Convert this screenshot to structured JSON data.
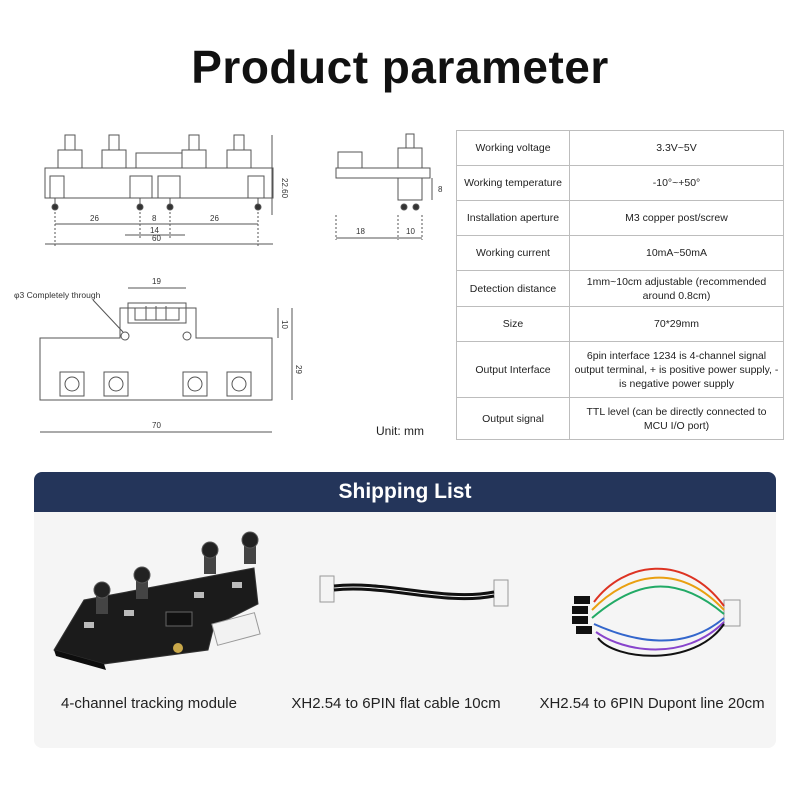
{
  "title": "Product parameter",
  "drawings": {
    "front": {
      "dim_height": "22.60",
      "dim_a": "26",
      "dim_b": "8",
      "dim_c": "26",
      "dim_d": "14",
      "dim_total": "60"
    },
    "side": {
      "dim_a": "18",
      "dim_b": "10",
      "dim_h": "8"
    },
    "top": {
      "hole_label": "φ3 Completely through",
      "dim_conn": "19",
      "dim_h1": "10",
      "dim_h2": "29",
      "dim_w": "70"
    }
  },
  "unit": "Unit: mm",
  "params": [
    {
      "k": "Working voltage",
      "v": "3.3V~5V"
    },
    {
      "k": "Working temperature",
      "v": "-10°~+50°"
    },
    {
      "k": "Installation aperture",
      "v": "M3 copper post/screw"
    },
    {
      "k": "Working current",
      "v": "10mA~50mA"
    },
    {
      "k": "Detection distance",
      "v": "1mm~10cm adjustable (recommended around 0.8cm)"
    },
    {
      "k": "Size",
      "v": "70*29mm"
    },
    {
      "k": "Output Interface",
      "v": "6pin interface 1234 is 4-channel signal output terminal, + is positive power supply, - is negative power supply"
    },
    {
      "k": "Output signal",
      "v": "TTL level (can be directly connected to MCU I/O port)"
    }
  ],
  "shipping": {
    "title": "Shipping List",
    "items": [
      {
        "caption": "4-channel tracking module"
      },
      {
        "caption": "XH2.54 to 6PIN flat cable 10cm"
      },
      {
        "caption": "XH2.54 to 6PIN Dupont line 20cm"
      }
    ]
  }
}
